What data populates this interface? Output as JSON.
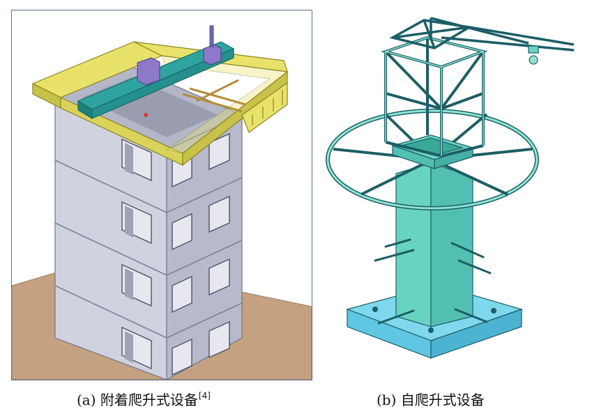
{
  "captions": {
    "a": {
      "prefix": "(a)",
      "text": "附着爬升式设备",
      "ref": "[4]"
    },
    "b": {
      "prefix": "(b)",
      "text": "自爬升式设备"
    }
  },
  "colors": {
    "frame_outline": "#5a6f93",
    "floor": "#c4a180",
    "building_wall": "#cfd2df",
    "building_side": "#a6a9ba",
    "yellow_frame": "#e9e26a",
    "teal_beam": "#2fa3a0",
    "hoist_purple": "#8d78c9",
    "mast_teal": "#69d3c2",
    "mast_outline": "#1c5e66",
    "base_cyan": "#5fc6e3"
  }
}
